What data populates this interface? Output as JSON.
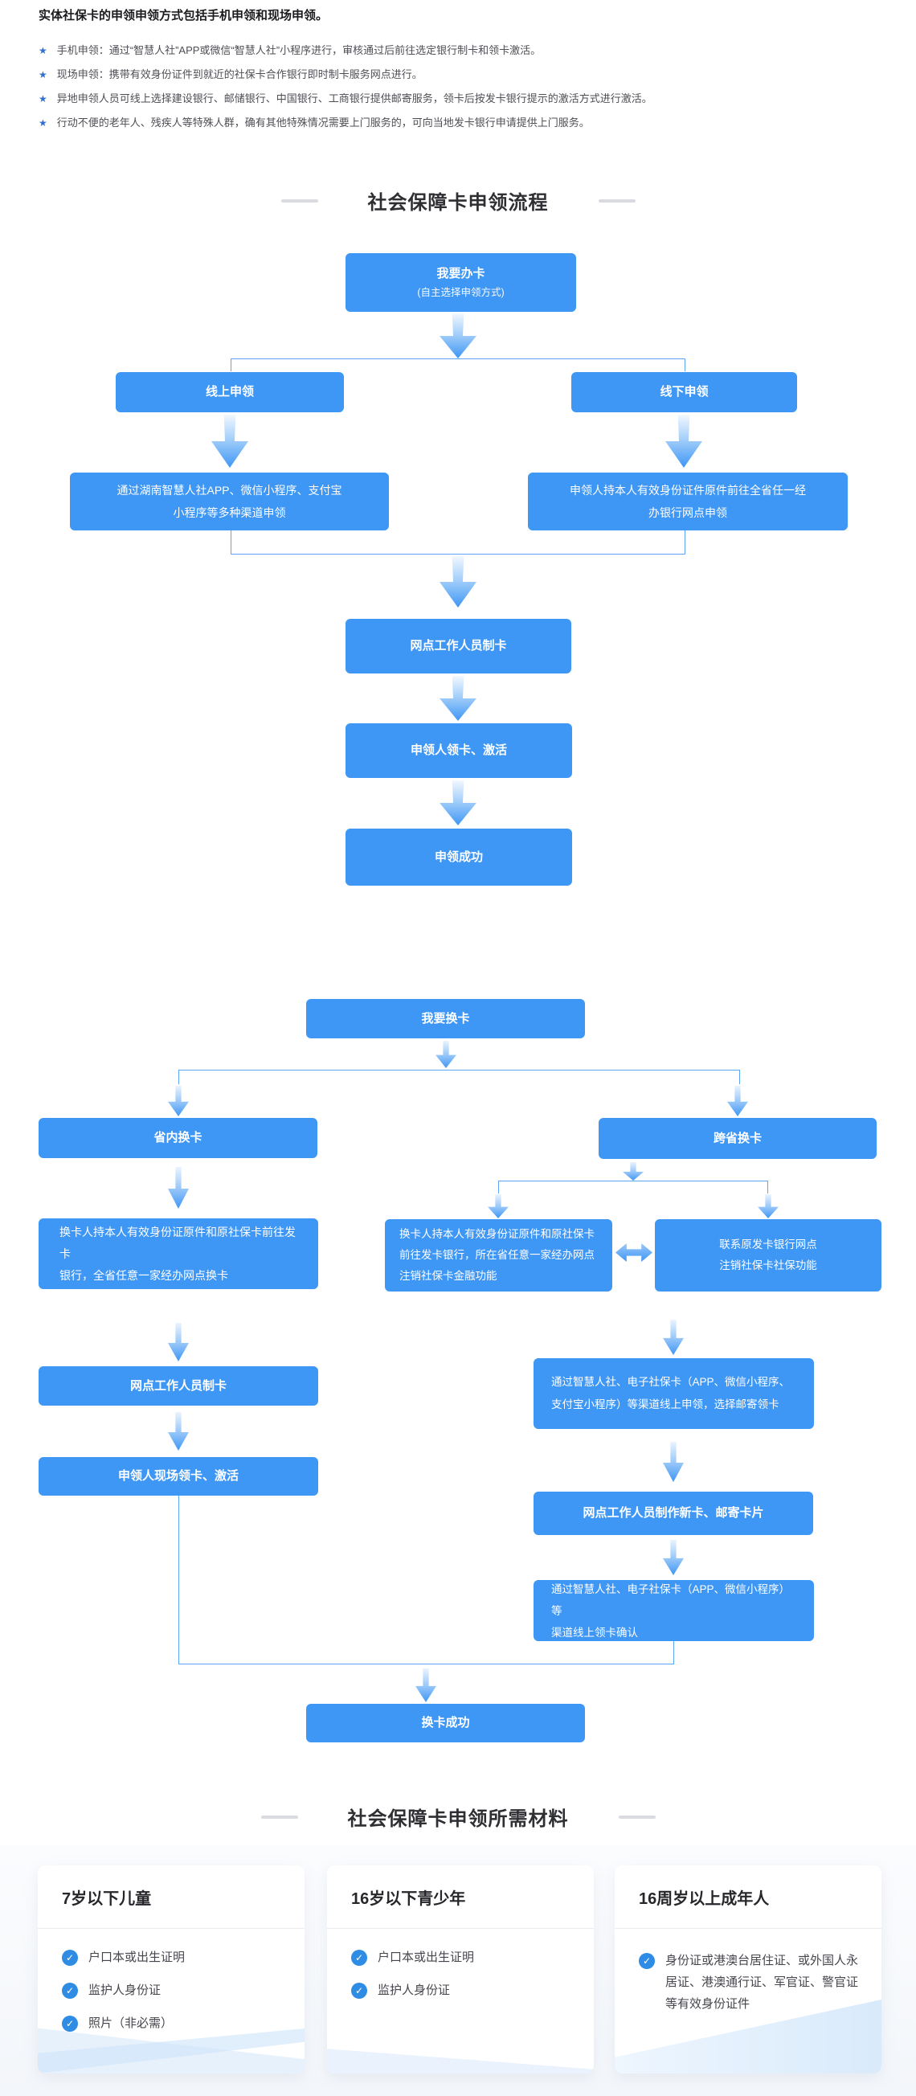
{
  "icons": {
    "star": "★",
    "check": "✓",
    "arrow_direction": "down",
    "double_arrow_direction": "left-right"
  },
  "colors": {
    "node_blue": "#3e96f5",
    "line_blue": "#5ba6f3",
    "star_blue": "#2e6fd0",
    "check_blue": "#2f8ce5",
    "title_dark": "#2f2f33"
  },
  "intro": {
    "heading": "实体社保卡的申领申领方式包括手机申领和现场申领。",
    "bullets": [
      "手机申领：通过“智慧人社”APP或微信“智慧人社”小程序进行，审核通过后前往选定银行制卡和领卡激活。",
      "现场申领：携带有效身份证件到就近的社保卡合作银行即时制卡服务网点进行。",
      "异地申领人员可线上选择建设银行、邮储银行、中国银行、工商银行提供邮寄服务，领卡后按发卡银行提示的激活方式进行激活。",
      "行动不便的老年人、残疾人等特殊人群，确有其他特殊情况需要上门服务的，可向当地发卡银行申请提供上门服务。"
    ]
  },
  "apply_section": {
    "title": "社会保障卡申领流程",
    "start": {
      "title": "我要办卡",
      "subtitle": "(自主选择申领方式)"
    },
    "online": {
      "label": "线上申领",
      "desc_line1": "通过湖南智慧人社APP、微信小程序、支付宝",
      "desc_line2": "小程序等多种渠道申领"
    },
    "offline": {
      "label": "线下申领",
      "desc_line1": "申领人持本人有效身份证件原件前往全省任一经",
      "desc_line2": "办银行网点申领"
    },
    "steps": [
      "网点工作人员制卡",
      "申领人领卡、激活",
      "申领成功"
    ]
  },
  "replace_section": {
    "start": "我要换卡",
    "in_province": {
      "label": "省内换卡",
      "desc_line1": "换卡人持本人有效身份证原件和原社保卡前往发卡",
      "desc_line2": "银行，全省任意一家经办网点换卡",
      "step1": "网点工作人员制卡",
      "step2": "申领人现场领卡、激活"
    },
    "cross_province": {
      "label": "跨省换卡",
      "financial": {
        "line1": "换卡人持本人有效身份证原件和原社保卡",
        "line2": "前往发卡银行，所在省任意一家经办网点",
        "line3": "注销社保卡金融功能"
      },
      "social": {
        "line1": "联系原发卡银行网点",
        "line2": "注销社保卡社保功能"
      },
      "apply_online": {
        "line1": "通过智慧人社、电子社保卡（APP、微信小程序、",
        "line2": "支付宝小程序）等渠道线上申领，选择邮寄领卡"
      },
      "make_card": "网点工作人员制作新卡、邮寄卡片",
      "confirm": {
        "line1": "通过智慧人社、电子社保卡（APP、微信小程序）等",
        "line2": "渠道线上领卡确认"
      }
    },
    "success": "换卡成功"
  },
  "materials_section": {
    "title": "社会保障卡申领所需材料",
    "cards": [
      {
        "title": "7岁以下儿童",
        "items": [
          "户口本或出生证明",
          "监护人身份证",
          "照片（非必需）"
        ]
      },
      {
        "title": "16岁以下青少年",
        "items": [
          "户口本或出生证明",
          "监护人身份证"
        ]
      },
      {
        "title": "16周岁以上成年人",
        "items": [
          "身份证或港澳台居住证、或外国人永居证、港澳通行证、军官证、警官证等有效身份证件"
        ]
      }
    ]
  }
}
